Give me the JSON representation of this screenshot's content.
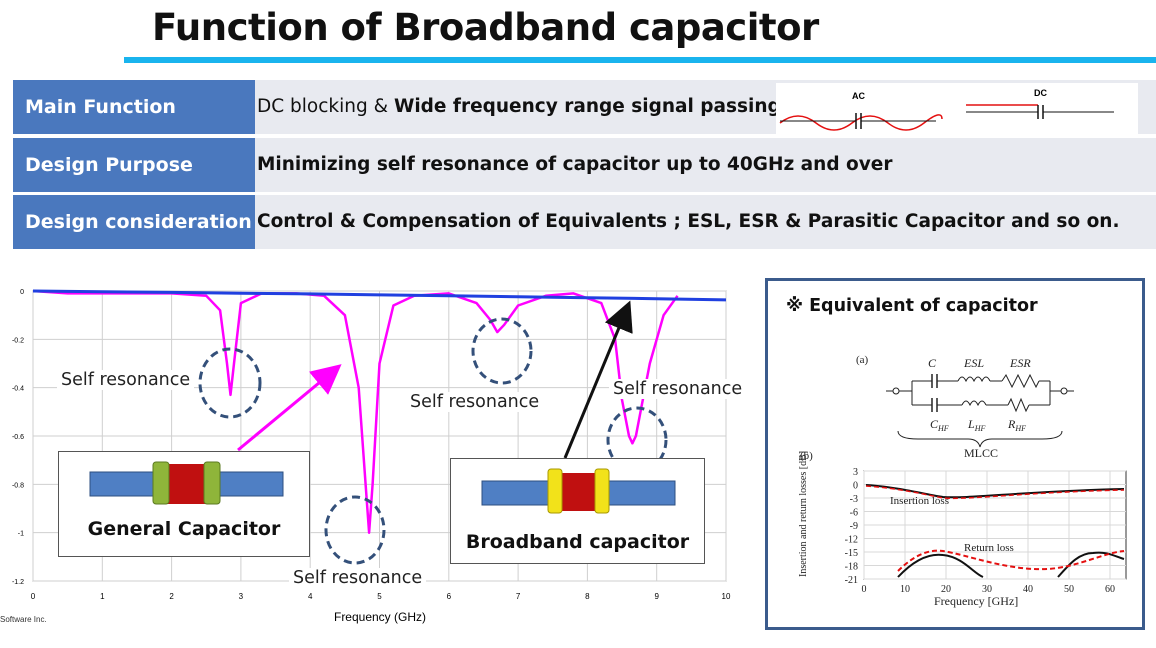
{
  "title": "Function of Broadband capacitor",
  "rows": [
    {
      "label": "Main Function",
      "value_plain": "DC blocking & ",
      "value_bold": "Wide frequency range signal passing"
    },
    {
      "label": "Design Purpose",
      "value_red": "Minimizing self resonance of capacitor up to 40GHz and over"
    },
    {
      "label": "Design consideration",
      "value_bold": "Control & Compensation of Equivalents ; ESL, ESR & Parasitic Capacitor and so on."
    }
  ],
  "acdc": {
    "ac_label": "AC",
    "dc_label": "DC"
  },
  "chart_data": {
    "type": "line",
    "xlabel": "Frequency (GHz)",
    "ylim": [
      -1.2,
      0
    ],
    "xlim": [
      0,
      10
    ],
    "y_ticks": [
      "0",
      "-0.2",
      "-0.4",
      "-0.6",
      "-0.8",
      "-1",
      "-1.2"
    ],
    "x_ticks": [
      "0",
      "1",
      "2",
      "3",
      "4",
      "5",
      "6",
      "7",
      "8",
      "9",
      "10"
    ],
    "footer": "Software Inc.",
    "series": [
      {
        "color": "#ff00ff",
        "x": [
          0.0,
          0.5,
          1.0,
          1.5,
          2.0,
          2.5,
          2.7,
          2.8,
          2.85,
          2.9,
          3.0,
          3.3,
          3.8,
          4.2,
          4.5,
          4.7,
          4.8,
          4.85,
          4.9,
          5.0,
          5.2,
          5.5,
          6.0,
          6.4,
          6.6,
          6.7,
          6.8,
          7.0,
          7.4,
          7.8,
          8.2,
          8.4,
          8.5,
          8.6,
          8.65,
          8.7,
          8.8,
          8.9,
          9.1,
          9.3
        ],
        "y": [
          0.0,
          -0.01,
          -0.01,
          -0.01,
          -0.01,
          -0.02,
          -0.08,
          -0.3,
          -0.43,
          -0.3,
          -0.05,
          -0.01,
          -0.01,
          -0.02,
          -0.1,
          -0.4,
          -0.8,
          -1.0,
          -0.8,
          -0.3,
          -0.06,
          -0.02,
          -0.01,
          -0.05,
          -0.12,
          -0.17,
          -0.14,
          -0.06,
          -0.02,
          -0.01,
          -0.05,
          -0.2,
          -0.45,
          -0.6,
          -0.63,
          -0.6,
          -0.45,
          -0.3,
          -0.1,
          -0.02
        ]
      },
      {
        "color": "#2040e0",
        "x": [
          0,
          1,
          2,
          3,
          4,
          5,
          6,
          7,
          8,
          9,
          10
        ],
        "y": [
          0.0,
          -0.003,
          -0.006,
          -0.009,
          -0.012,
          -0.016,
          -0.02,
          -0.024,
          -0.028,
          -0.032,
          -0.037
        ]
      }
    ]
  },
  "annotations": {
    "self1": "Self resonance",
    "self2": "Self resonance",
    "self3": "Self resonance",
    "self4": "Self resonance"
  },
  "general_box_label": "General Capacitor",
  "broadband_box_label": "Broadband capacitor",
  "colors": {
    "accent": "#19b4ee",
    "header_blue": "#4a78be",
    "magenta": "#ff00ff",
    "blue_line": "#2040e0"
  },
  "equivalent": {
    "title": "※ Equivalent of capacitor",
    "panel_a": "(a)",
    "panel_b": "(b)",
    "labels": {
      "c": "C",
      "esl": "ESL",
      "esr": "ESR",
      "chf": "C",
      "lhf": "L",
      "rhf": "R",
      "sub": "HF",
      "mlcc": "MLCC"
    },
    "insertion_loss": "Insertion loss",
    "return_loss": "Return loss",
    "ylabel": "Insertion and return losses  [dB]",
    "xlabel": "Frequency [GHz]",
    "y_ticks": [
      "3",
      "0",
      "-3",
      "-6",
      "-9",
      "-12",
      "-15",
      "-18",
      "-21"
    ],
    "x_ticks": [
      "0",
      "10",
      "20",
      "30",
      "40",
      "50",
      "60"
    ]
  }
}
